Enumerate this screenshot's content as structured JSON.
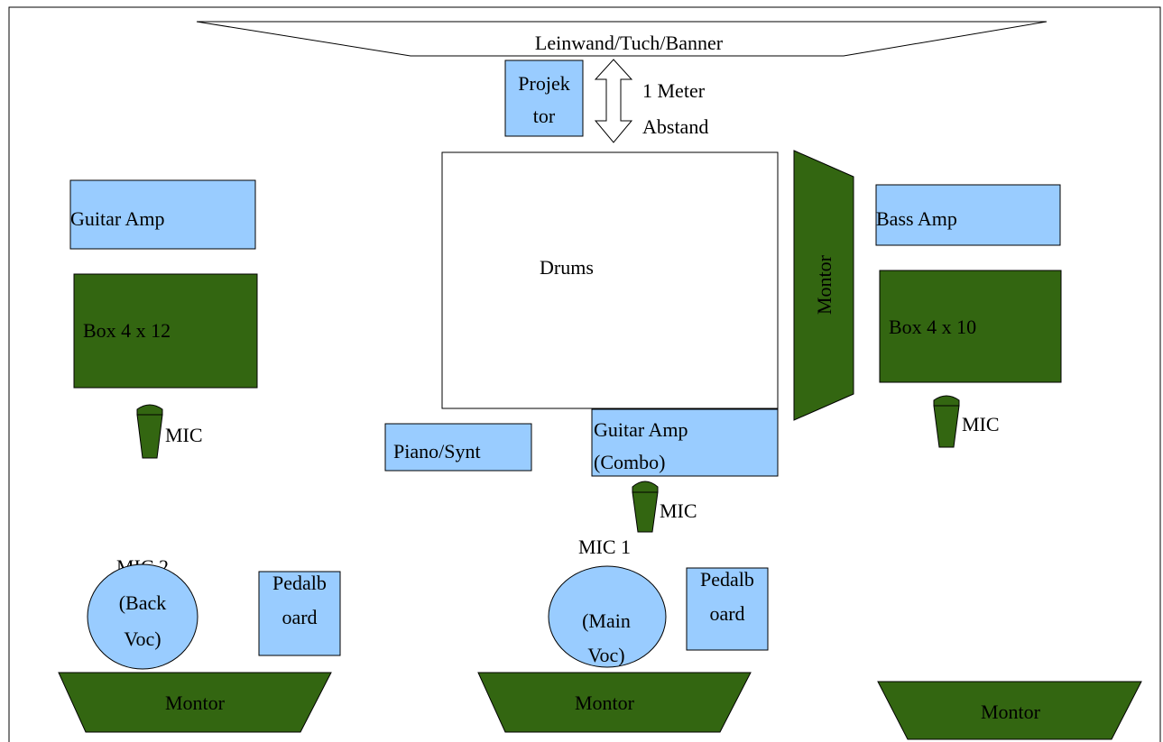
{
  "colors": {
    "equipment": "#99ccff",
    "speaker": "#336611",
    "outline": "#000000",
    "background": "#ffffff"
  },
  "labels": {
    "banner": "Leinwand/Tuch/Banner",
    "projector_line1": "Projek",
    "projector_line2": "tor",
    "distance_line1": "1 Meter",
    "distance_line2": "Abstand",
    "drums": "Drums",
    "guitar_amp_left": "Guitar Amp",
    "box_left": "Box 4 x 12",
    "mic_left": "MIC",
    "monitor_side": "Montor",
    "bass_amp": "Bass Amp",
    "box_right": "Box 4 x 10",
    "mic_right": "MIC",
    "piano": "Piano/Synt",
    "combo_line1": "Guitar Amp",
    "combo_line2": "(Combo)",
    "mic_center": "MIC",
    "mic1_title": "MIC 1",
    "mic1_line1": "(Main",
    "mic1_line2": "Voc)",
    "mic2_title": "MIC 2",
    "mic2_line1": "(Back",
    "mic2_line2": "Voc)",
    "pedalboard_left_line1": "Pedalb",
    "pedalboard_left_line2": "oard",
    "pedalboard_right_line1": "Pedalb",
    "pedalboard_right_line2": "oard",
    "monitor_left": "Montor",
    "monitor_center": "Montor",
    "monitor_right": "Montor"
  }
}
